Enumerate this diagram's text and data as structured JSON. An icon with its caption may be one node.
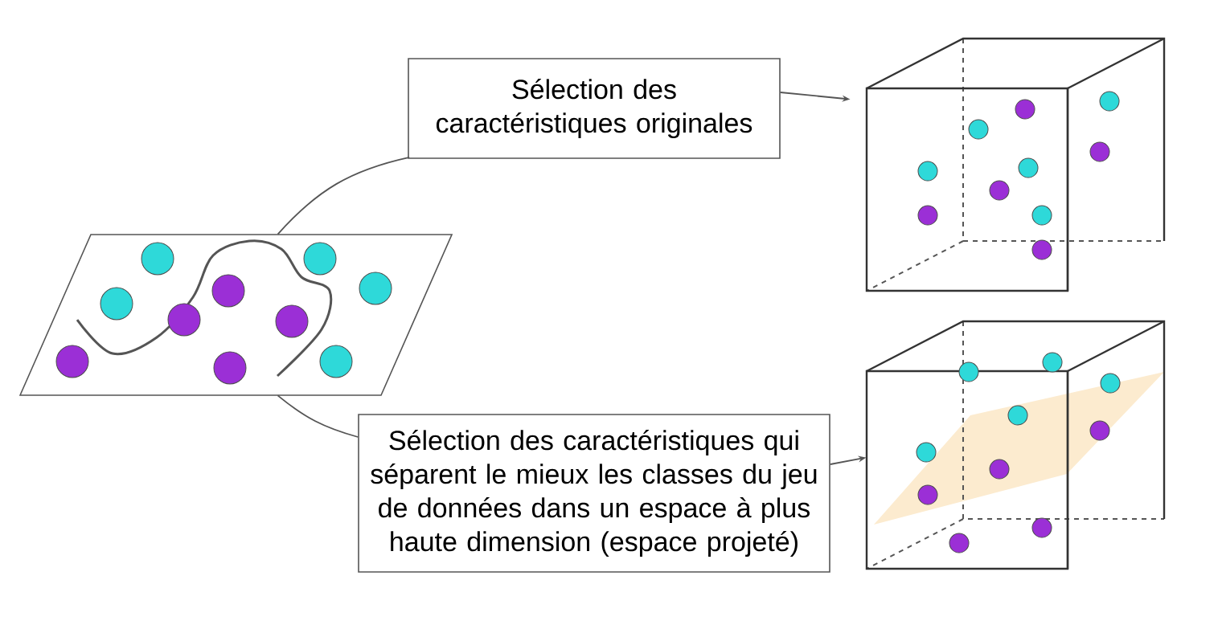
{
  "diagram": {
    "nodes": [
      {
        "text": [],
        "shape": "parallelogram"
      },
      {
        "text": [
          "Sélection des caractéristiques originales"
        ]
      },
      {
        "text": [],
        "shape": "cube"
      },
      {
        "text": [
          "Sélection des caractéristiques qui séparent le mieux les classes du jeu de données dans un espace à plus haute dimension (espace projeté)"
        ]
      },
      {
        "text": [],
        "shape": "cube"
      }
    ],
    "edges": [
      {
        "from": 0,
        "to": 1,
        "arrow": "none"
      },
      {
        "from": 1,
        "to": 2,
        "arrow": "to"
      },
      {
        "from": 0,
        "to": 3,
        "arrow": "none"
      },
      {
        "from": 3,
        "to": 4,
        "arrow": "to"
      }
    ]
  }
}
